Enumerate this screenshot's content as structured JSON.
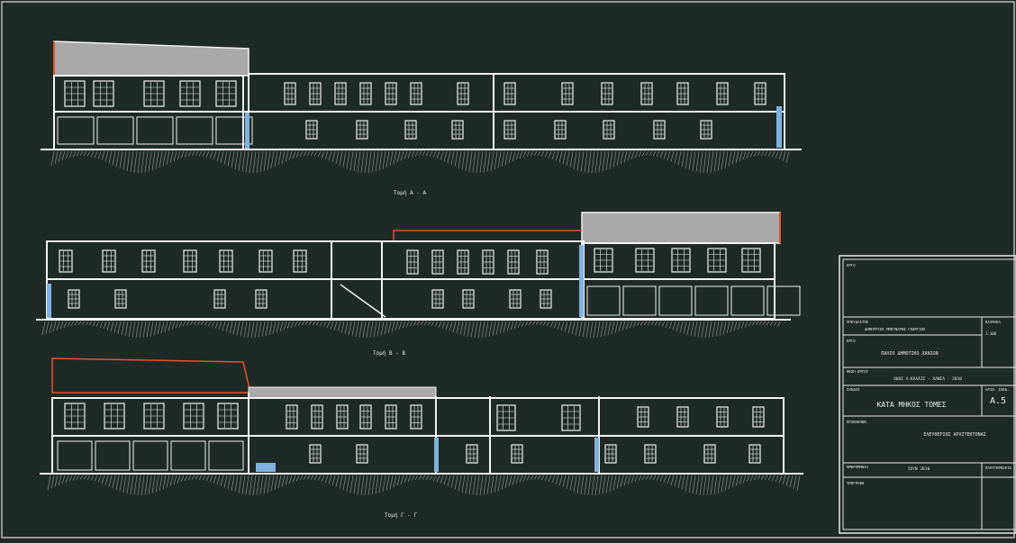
{
  "colors": {
    "background": "#1f2a26",
    "line": "#f2f2f2",
    "roof_fill": "#a9a9a9",
    "red_line": "#e0552a",
    "blue_accent": "#7fb2e0",
    "ground_hatch": "#8a8a8a"
  },
  "sections": [
    {
      "label": "Τομή Α - Α"
    },
    {
      "label": "Τομή Β - Β"
    },
    {
      "label": "Τομή Γ - Γ"
    }
  ],
  "title_block": {
    "header": "ΕΡΓΟ",
    "studio_label": "ΣΠΟΥΔΑΣΤΗΣ",
    "studio_value": "ΔΗΜΗΤΡΙΟΣ ΜΠΟΥΝΑΡΗΣ ΓΕΩΡΓΙΟΣ",
    "scale_label": "ΚΛΙΜΑΚΑ",
    "scale_value": "1:100",
    "project_label": "ΕΡΓΟ",
    "project_value": "ΠΑΛΙΟ ΔΗΜΟΤΙΚΟ ΧΑΝΙΩΝ",
    "address_label": "ΘΕΣΗ ΕΡΓΟΥ",
    "address_value": "ΟΔΟΣ Λ.ΚΑΛΑΙΣ - ΧΑΝΙΑ - 2010",
    "drawing_label": "ΣΧΕΔΙΟ",
    "drawing_value": "ΚΑΤΑ ΜΗΚΟΣ ΤΟΜΕΣ",
    "sheet_label": "ΑΡΙΘ. ΣΧΕΔ.",
    "sheet_value": "Α.5",
    "supervisor_label": "ΕΠΙΒΛΕΠΩΝ",
    "supervisor_value": "ΕΛΕΥΘΕΡΙΟΣ ΑΡΧΙΤΕΚΤΟΝΑΣ",
    "date_label": "ΗΜΕΡΟΜΗΝΙΑ",
    "date_value": "ΙΟΥΝ 2010",
    "notes_label": "ΠΑΡΑΤΗΡΗΣΕΙΣ",
    "signature_label": "ΥΠΟΓΡΑΦΗ"
  }
}
